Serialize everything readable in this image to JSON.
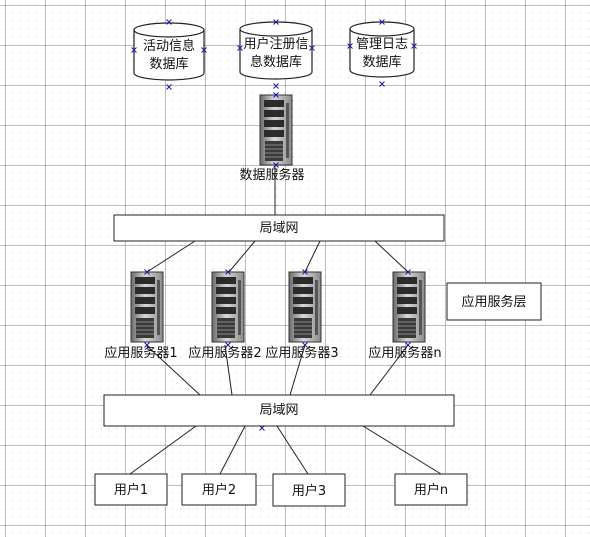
{
  "databases": [
    {
      "line1": "活动信息",
      "line2": "数据库"
    },
    {
      "line1": "用户注册信",
      "line2": "息数据库"
    },
    {
      "line1": "管理日志",
      "line2": "数据库"
    }
  ],
  "data_server": {
    "label": "数据服务器"
  },
  "lan_top": {
    "label": "局域网"
  },
  "app_layer": {
    "label": "应用服务层"
  },
  "app_servers": [
    {
      "label": "应用服务器1"
    },
    {
      "label": "应用服务器2"
    },
    {
      "label": "应用服务器3"
    },
    {
      "label": "应用服务器n"
    }
  ],
  "lan_bottom": {
    "label": "局域网"
  },
  "users": [
    {
      "label": "用户1"
    },
    {
      "label": "用户2"
    },
    {
      "label": "用户3"
    },
    {
      "label": "用户n"
    }
  ]
}
